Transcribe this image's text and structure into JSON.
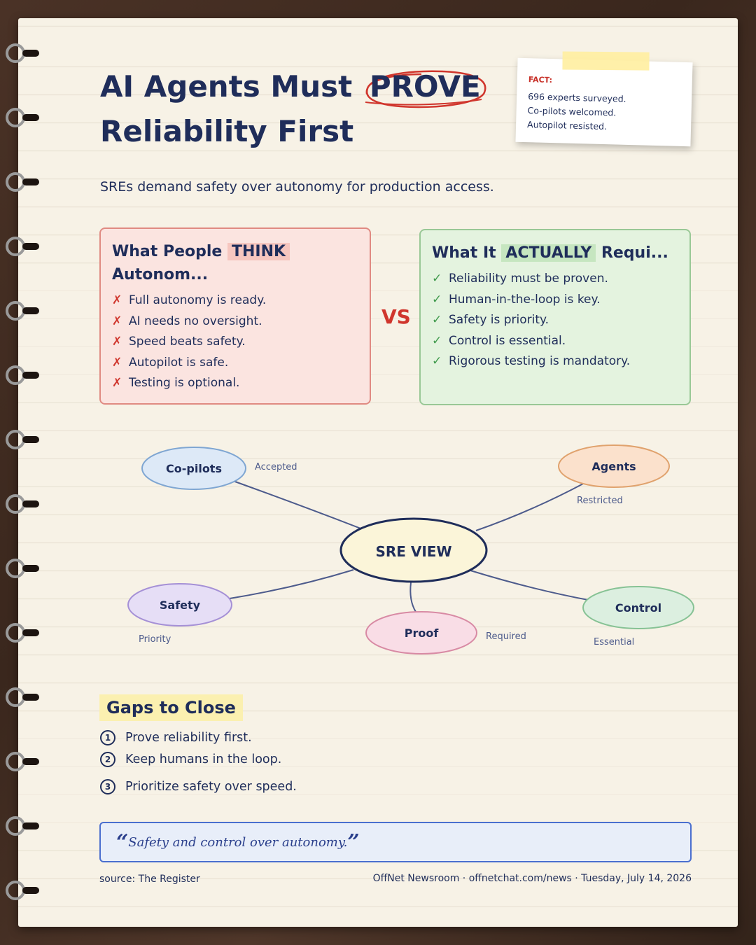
{
  "title": {
    "line1_prefix": "AI Agents Must",
    "highlight": "PROVE",
    "line2": "Reliability First"
  },
  "fact_note": {
    "label": "FACT:",
    "lines": [
      "696 experts surveyed.",
      "Co-pilots welcomed.",
      "Autopilot resisted."
    ]
  },
  "subtitle": "SREs demand safety over autonomy for production access.",
  "think_box": {
    "title_prefix": "What People",
    "title_highlight": "THINK",
    "title_suffix": "Autonom...",
    "mark": "✗",
    "items": [
      "Full autonomy is ready.",
      "AI needs no oversight.",
      "Speed beats safety.",
      "Autopilot is safe.",
      "Testing is optional."
    ]
  },
  "vs_label": "VS",
  "actual_box": {
    "title_prefix": "What It",
    "title_highlight": "ACTUALLY",
    "title_suffix": "Requi...",
    "mark": "✓",
    "items": [
      "Reliability must be proven.",
      "Human-in-the-loop is key.",
      "Safety is priority.",
      "Control is essential.",
      "Rigorous testing is mandatory."
    ]
  },
  "mind_map": {
    "center": "SRE VIEW",
    "nodes": [
      {
        "label": "Co-pilots",
        "note": "Accepted",
        "fill": "#dde9f7",
        "stroke": "#7fa6d2"
      },
      {
        "label": "Agents",
        "note": "Restricted",
        "fill": "#fbe1cc",
        "stroke": "#e0a26d"
      },
      {
        "label": "Safety",
        "note": "Priority",
        "fill": "#e6def6",
        "stroke": "#a590d6"
      },
      {
        "label": "Proof",
        "note": "Required",
        "fill": "#f9dde6",
        "stroke": "#d88aa4"
      },
      {
        "label": "Control",
        "note": "Essential",
        "fill": "#dcefe0",
        "stroke": "#86c294"
      }
    ]
  },
  "gaps": {
    "title": "Gaps to Close",
    "items": [
      {
        "num": "1",
        "text": "Prove reliability first."
      },
      {
        "num": "2",
        "text": "Keep humans in the loop."
      },
      {
        "num": "3",
        "text": "Prioritize safety over speed."
      }
    ]
  },
  "quote": {
    "open": "“",
    "text": "Safety and control over autonomy.",
    "close": "”"
  },
  "source": "source: The Register",
  "footer": "OffNet Newsroom · offnetchat.com/news · Tuesday, July 14, 2026",
  "colors": {
    "accent_red": "#d0362d",
    "navy": "#1f2d5a",
    "paper": "#f7f2e6"
  }
}
